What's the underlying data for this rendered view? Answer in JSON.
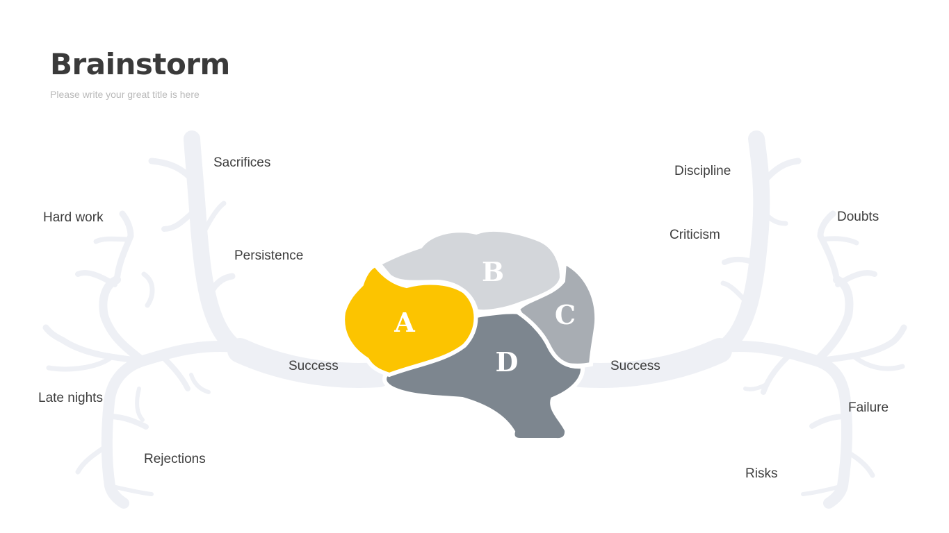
{
  "header": {
    "title": "Brainstorm",
    "subtitle": "Please write your great title is here"
  },
  "left_labels": {
    "sacrifices": "Sacrifices",
    "hard_work": "Hard work",
    "persistence": "Persistence",
    "success": "Success",
    "late_nights": "Late nights",
    "rejections": "Rejections"
  },
  "right_labels": {
    "discipline": "Discipline",
    "criticism": "Criticism",
    "doubts": "Doubts",
    "success": "Success",
    "failure": "Failure",
    "risks": "Risks"
  },
  "brain": {
    "lobes": [
      {
        "letter": "A",
        "color": "#FCC400"
      },
      {
        "letter": "B",
        "color": "#D3D6DA"
      },
      {
        "letter": "C",
        "color": "#A8ADB3"
      },
      {
        "letter": "D",
        "color": "#7D868F"
      }
    ]
  },
  "colors": {
    "branch": "#EEF0F5",
    "title": "#3A3A3A",
    "subtitle": "#B9B9B9",
    "label": "#3D3D3D"
  }
}
